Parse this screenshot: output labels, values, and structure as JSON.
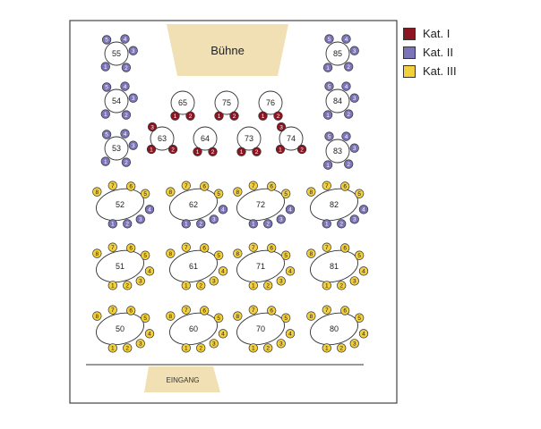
{
  "stage_label": "Bühne",
  "entrance_label": "EINGANG",
  "colors": {
    "kat1": "#8b1622",
    "kat2": "#7b74b8",
    "kat3": "#f2cf3c",
    "stage_fill": "#f0e0b4",
    "room_border": "#444444"
  },
  "legend": [
    {
      "label": "Kat. I",
      "color": "#8b1622"
    },
    {
      "label": "Kat. II",
      "color": "#7b74b8"
    },
    {
      "label": "Kat. III",
      "color": "#f2cf3c"
    }
  ],
  "round_tables": [
    {
      "id": "55",
      "category": "kat2",
      "side": "left"
    },
    {
      "id": "54",
      "category": "kat2",
      "side": "left"
    },
    {
      "id": "53",
      "category": "kat2",
      "side": "left"
    },
    {
      "id": "85",
      "category": "kat2",
      "side": "right"
    },
    {
      "id": "84",
      "category": "kat2",
      "side": "right"
    },
    {
      "id": "83",
      "category": "kat2",
      "side": "right"
    },
    {
      "id": "65",
      "category": "kat1",
      "seats": [
        "1",
        "2"
      ]
    },
    {
      "id": "75",
      "category": "kat1",
      "seats": [
        "1",
        "2"
      ]
    },
    {
      "id": "76",
      "category": "kat1",
      "seats": [
        "1",
        "2"
      ]
    },
    {
      "id": "63",
      "category": "kat1",
      "seats": [
        "3",
        "1",
        "2"
      ]
    },
    {
      "id": "64",
      "category": "kat1",
      "seats": [
        "1",
        "2"
      ]
    },
    {
      "id": "73",
      "category": "kat1",
      "seats": [
        "1",
        "2"
      ]
    },
    {
      "id": "74",
      "category": "kat1",
      "seats": [
        "3",
        "1",
        "2"
      ]
    }
  ],
  "oval_tables": [
    {
      "id": "52",
      "mixed": true
    },
    {
      "id": "62",
      "mixed": true
    },
    {
      "id": "72",
      "mixed": true
    },
    {
      "id": "82",
      "mixed": true
    },
    {
      "id": "51"
    },
    {
      "id": "61"
    },
    {
      "id": "71"
    },
    {
      "id": "81"
    },
    {
      "id": "50"
    },
    {
      "id": "60"
    },
    {
      "id": "70"
    },
    {
      "id": "80"
    }
  ]
}
